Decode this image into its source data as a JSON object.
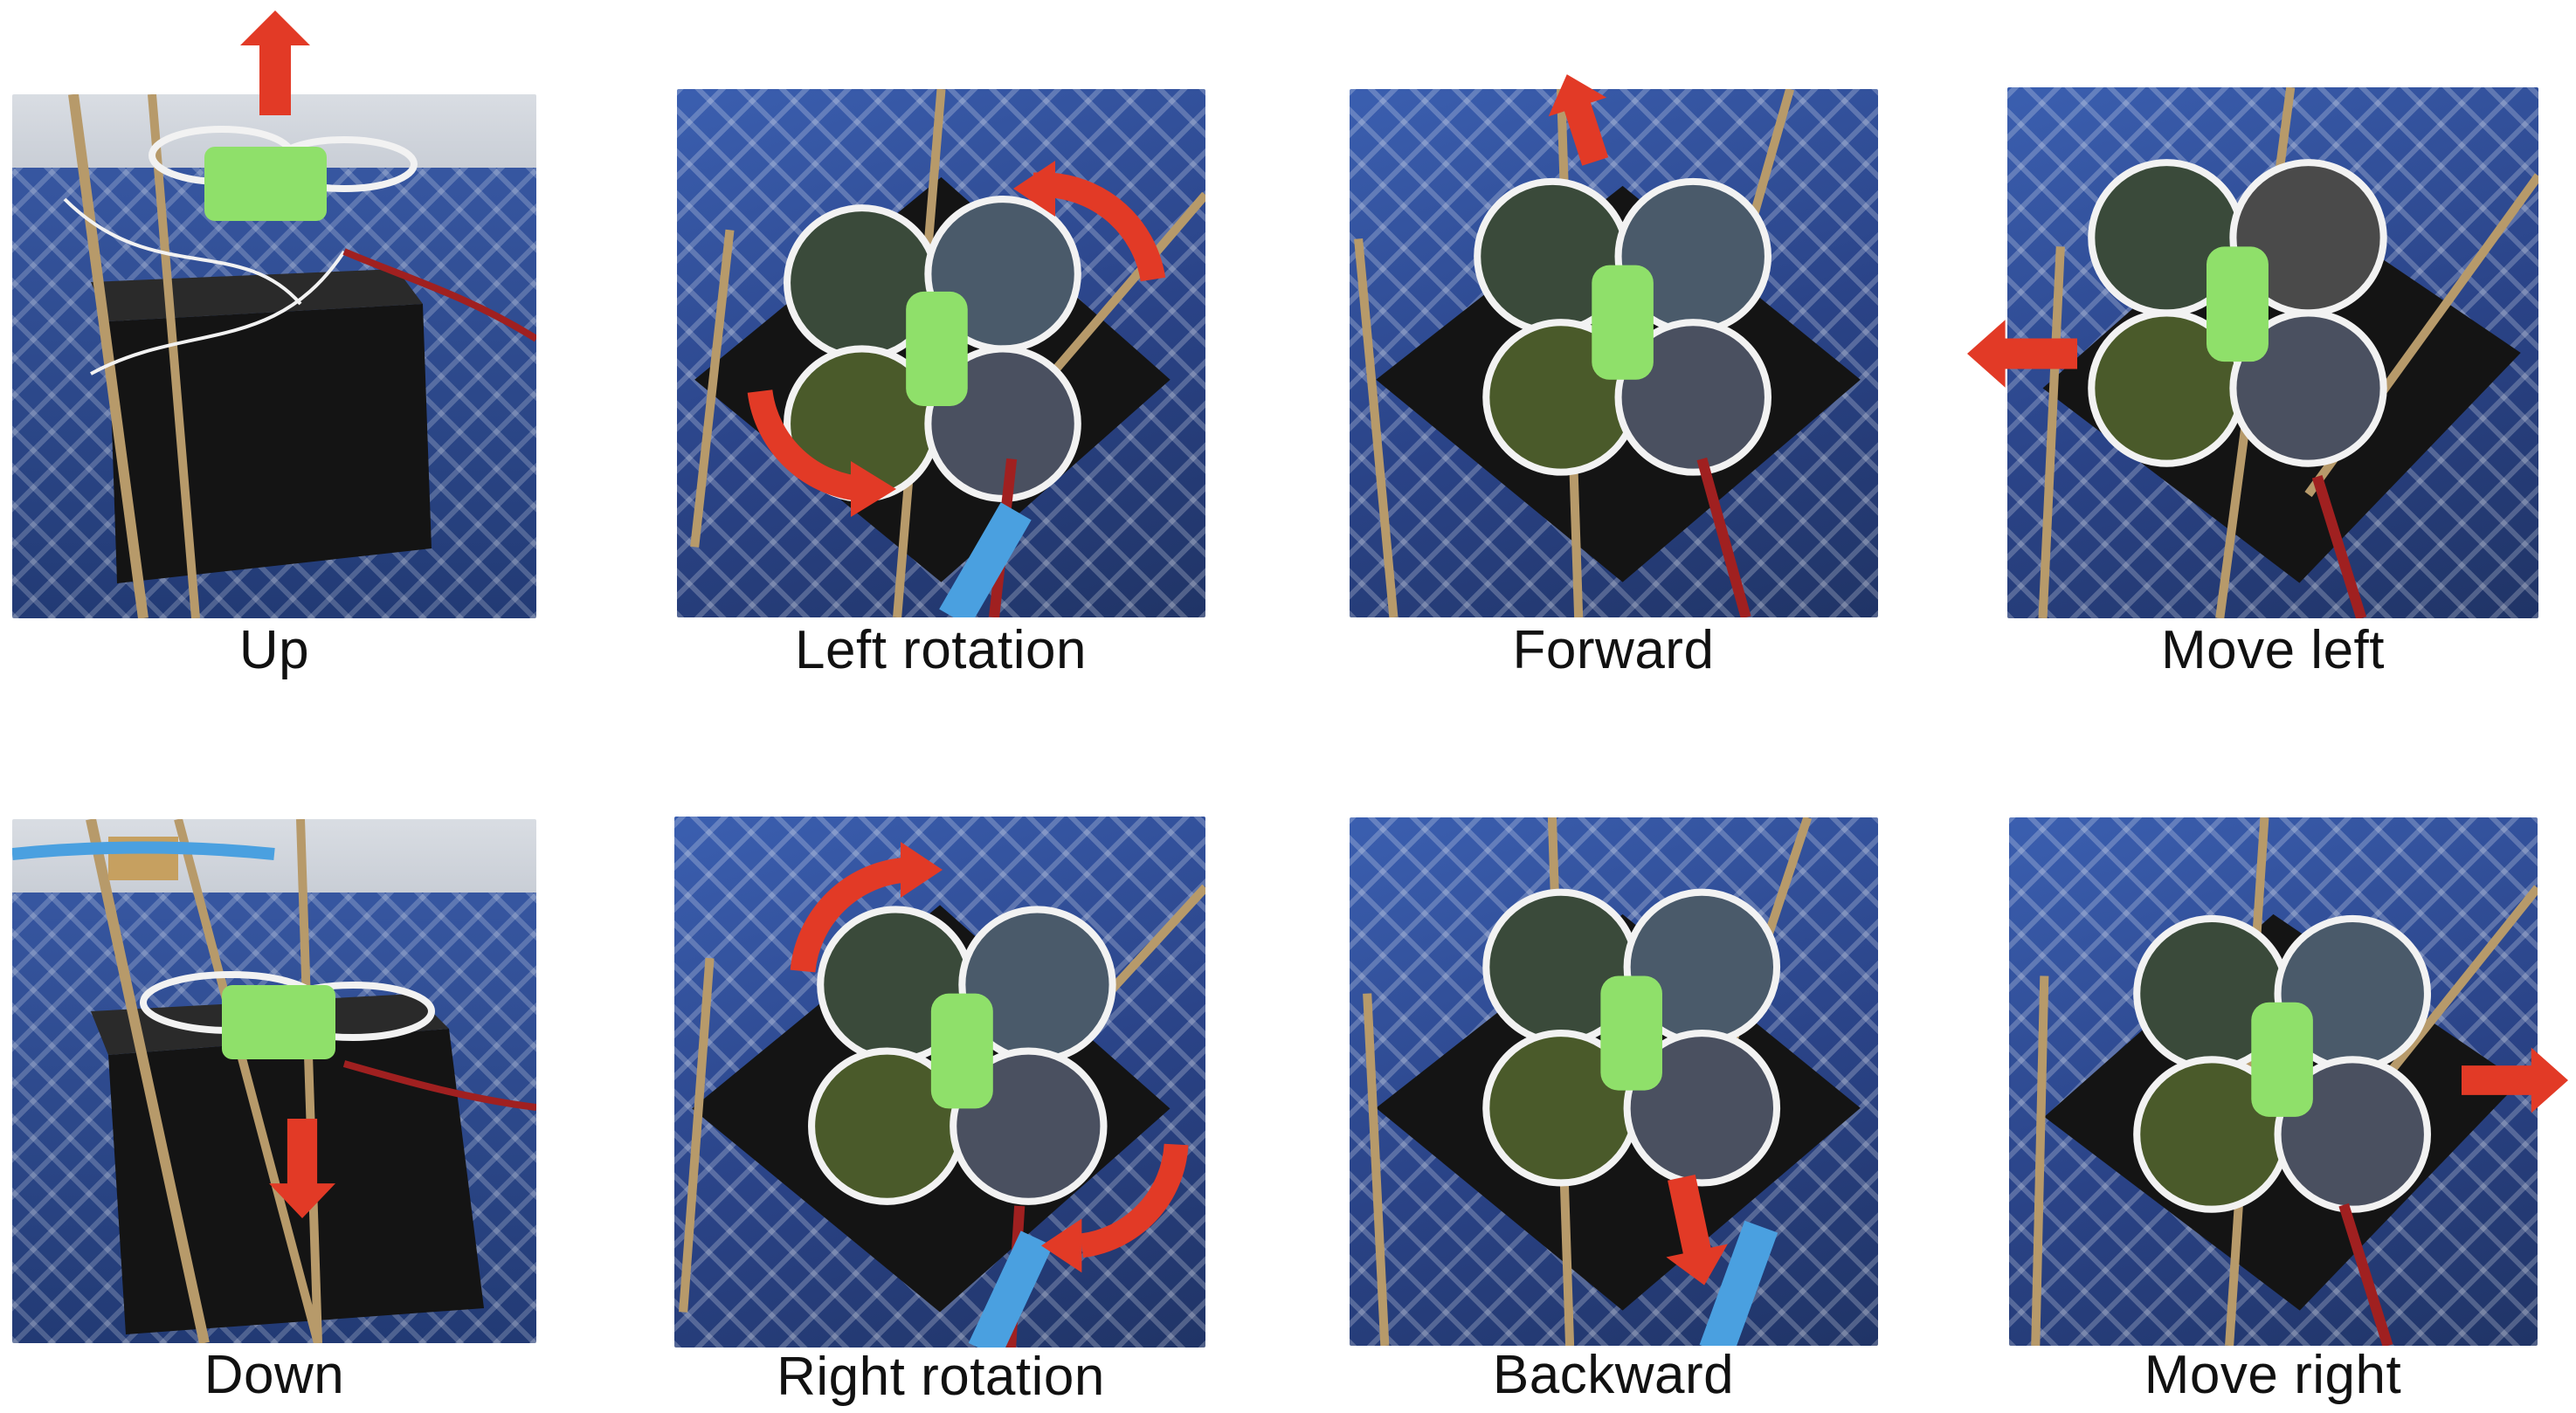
{
  "colors": {
    "arrow": "#e23a26",
    "drone": "#8fe06a",
    "ring": "#f2f2f2",
    "box": "#141414",
    "stick": "#b79a6a"
  },
  "icons": {
    "up": "arrow-up-icon",
    "down": "arrow-down-icon",
    "left_rotation": "rotate-left-icon",
    "right_rotation": "rotate-right-icon",
    "forward": "arrow-forward-icon",
    "backward": "arrow-backward-icon",
    "move_left": "arrow-left-icon",
    "move_right": "arrow-right-icon"
  },
  "captions": {
    "up": "Up",
    "left_rotation": "Left rotation",
    "forward": "Forward",
    "move_left": "Move left",
    "down": "Down",
    "right_rotation": "Right rotation",
    "backward": "Backward",
    "move_right": "Move right"
  }
}
